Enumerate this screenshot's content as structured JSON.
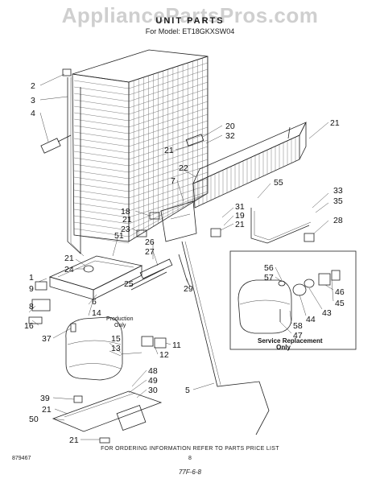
{
  "watermark": "AppliancePartsPros.com",
  "header": {
    "title": "UNIT PARTS",
    "model": "For Model: ET18GKXSW04"
  },
  "service_box": {
    "title_line1": "Service Replacement",
    "title_line2": "Only"
  },
  "production_note": {
    "line1": "Production",
    "line2": "Only"
  },
  "footer": {
    "ordering_info": "FOR ORDERING INFORMATION REFER TO PARTS PRICE LIST",
    "page_number": "8",
    "doc_code": "879467",
    "handwritten_date": "77F-6-8"
  },
  "callouts": [
    {
      "id": "c2",
      "label": "2"
    },
    {
      "id": "c3",
      "label": "3"
    },
    {
      "id": "c4",
      "label": "4"
    },
    {
      "id": "c20",
      "label": "20"
    },
    {
      "id": "c32",
      "label": "32"
    },
    {
      "id": "c21a",
      "label": "21"
    },
    {
      "id": "c21b",
      "label": "21"
    },
    {
      "id": "c22",
      "label": "22"
    },
    {
      "id": "c7",
      "label": "7"
    },
    {
      "id": "c55",
      "label": "55"
    },
    {
      "id": "c33",
      "label": "33"
    },
    {
      "id": "c35",
      "label": "35"
    },
    {
      "id": "c28",
      "label": "28"
    },
    {
      "id": "c18",
      "label": "18"
    },
    {
      "id": "c31",
      "label": "31"
    },
    {
      "id": "c19",
      "label": "19"
    },
    {
      "id": "c21c",
      "label": "21"
    },
    {
      "id": "c21d",
      "label": "21"
    },
    {
      "id": "c23",
      "label": "23"
    },
    {
      "id": "c51",
      "label": "51"
    },
    {
      "id": "c26",
      "label": "26"
    },
    {
      "id": "c27",
      "label": "27"
    },
    {
      "id": "c21e",
      "label": "21"
    },
    {
      "id": "c24",
      "label": "24"
    },
    {
      "id": "c25",
      "label": "25"
    },
    {
      "id": "c29",
      "label": "29"
    },
    {
      "id": "c1",
      "label": "1"
    },
    {
      "id": "c9",
      "label": "9"
    },
    {
      "id": "c8",
      "label": "8"
    },
    {
      "id": "c16",
      "label": "16"
    },
    {
      "id": "c6",
      "label": "6"
    },
    {
      "id": "c14",
      "label": "14"
    },
    {
      "id": "c37",
      "label": "37"
    },
    {
      "id": "c15",
      "label": "15"
    },
    {
      "id": "c13",
      "label": "13"
    },
    {
      "id": "c11",
      "label": "11"
    },
    {
      "id": "c12",
      "label": "12"
    },
    {
      "id": "c56",
      "label": "56"
    },
    {
      "id": "c57",
      "label": "57"
    },
    {
      "id": "c46",
      "label": "46"
    },
    {
      "id": "c45",
      "label": "45"
    },
    {
      "id": "c43",
      "label": "43"
    },
    {
      "id": "c44",
      "label": "44"
    },
    {
      "id": "c58",
      "label": "58"
    },
    {
      "id": "c47",
      "label": "47"
    },
    {
      "id": "c48",
      "label": "48"
    },
    {
      "id": "c49",
      "label": "49"
    },
    {
      "id": "c30",
      "label": "30"
    },
    {
      "id": "c39",
      "label": "39"
    },
    {
      "id": "c21f",
      "label": "21"
    },
    {
      "id": "c50",
      "label": "50"
    },
    {
      "id": "c21g",
      "label": "21"
    },
    {
      "id": "c5",
      "label": "5"
    }
  ]
}
